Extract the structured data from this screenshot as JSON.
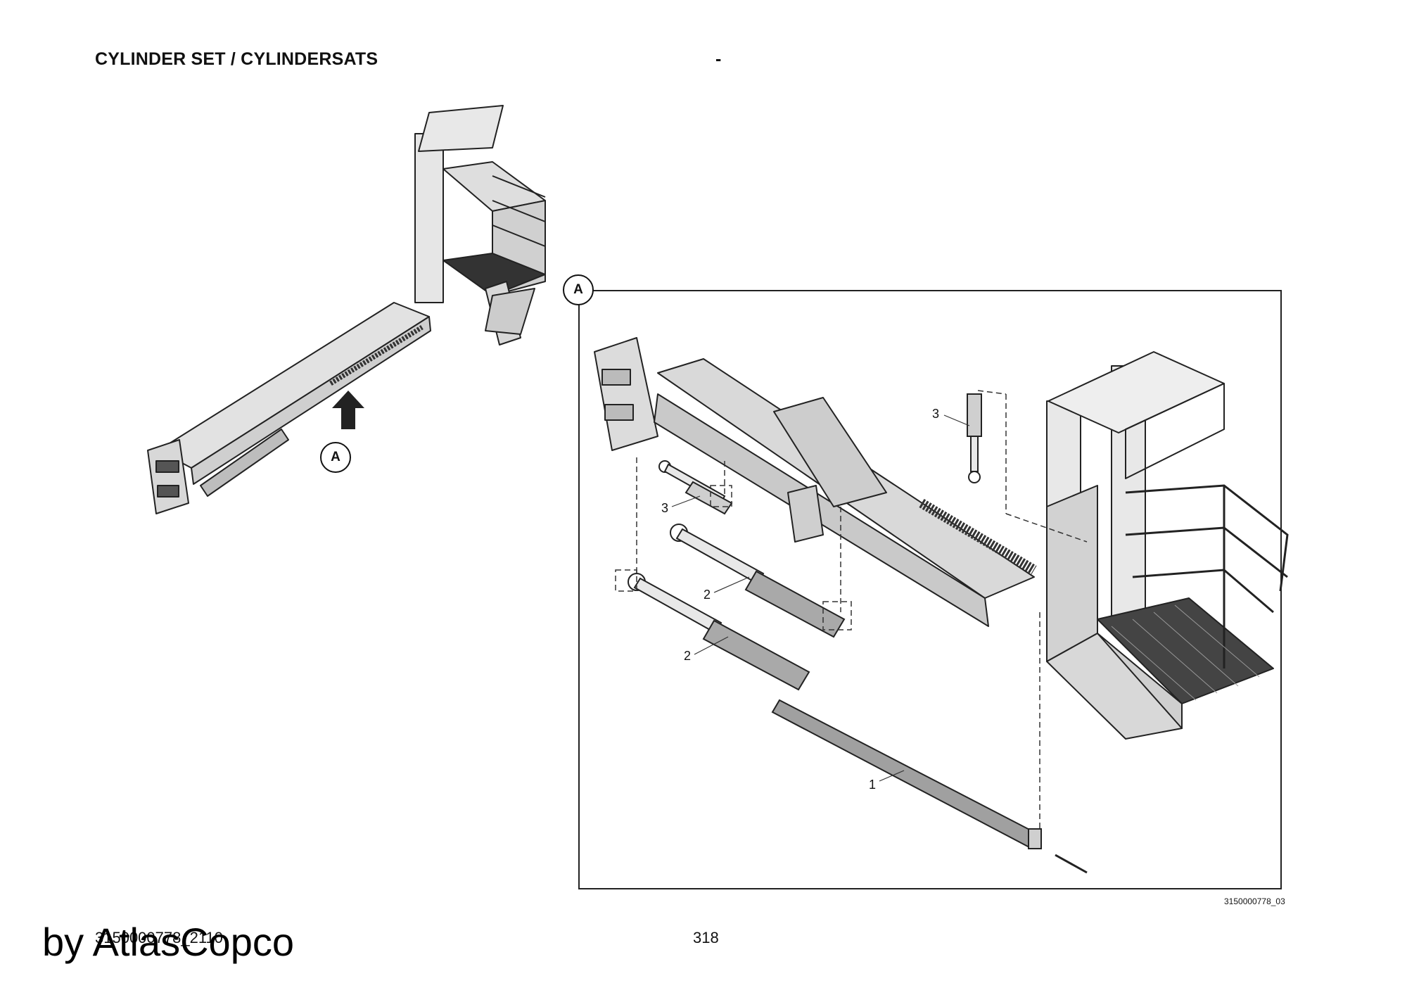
{
  "header": {
    "title": "CYLINDER SET / CYLINDERSATS",
    "separator": "-"
  },
  "callouts": {
    "overview": "A",
    "detail": "A"
  },
  "parts": [
    {
      "label": "1"
    },
    {
      "label": "2"
    },
    {
      "label": "2"
    },
    {
      "label": "3"
    },
    {
      "label": "3"
    }
  ],
  "image_code": "3150000778_03",
  "footer": {
    "doc_number": "3150000778_2110",
    "page_number": "318"
  },
  "watermark": "by AtlasCopco"
}
